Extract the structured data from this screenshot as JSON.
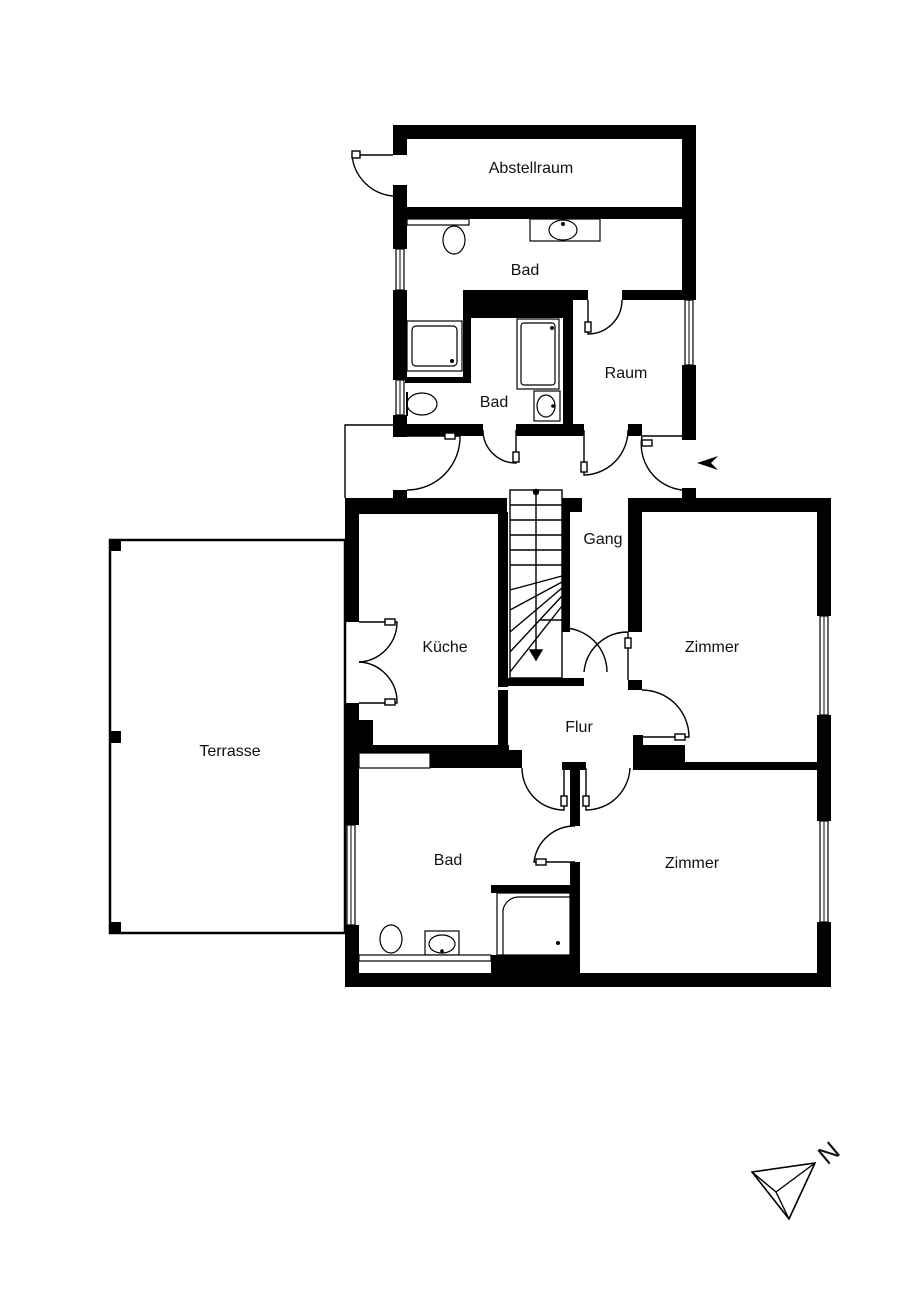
{
  "rooms": {
    "abstellraum": "Abstellraum",
    "bad_top": "Bad",
    "raum": "Raum",
    "bad_small": "Bad",
    "gang": "Gang",
    "kueche": "Küche",
    "zimmer_right_top": "Zimmer",
    "flur": "Flur",
    "terrasse": "Terrasse",
    "bad_bottom": "Bad",
    "zimmer_right_bottom": "Zimmer"
  },
  "compass": {
    "label": "N"
  },
  "icons": [
    "compass-icon",
    "entrance-arrow-icon",
    "toilet-icon",
    "washbasin-icon",
    "shower-icon",
    "bathtub-icon",
    "staircase-icon",
    "door-swing-icon",
    "window-icon"
  ]
}
